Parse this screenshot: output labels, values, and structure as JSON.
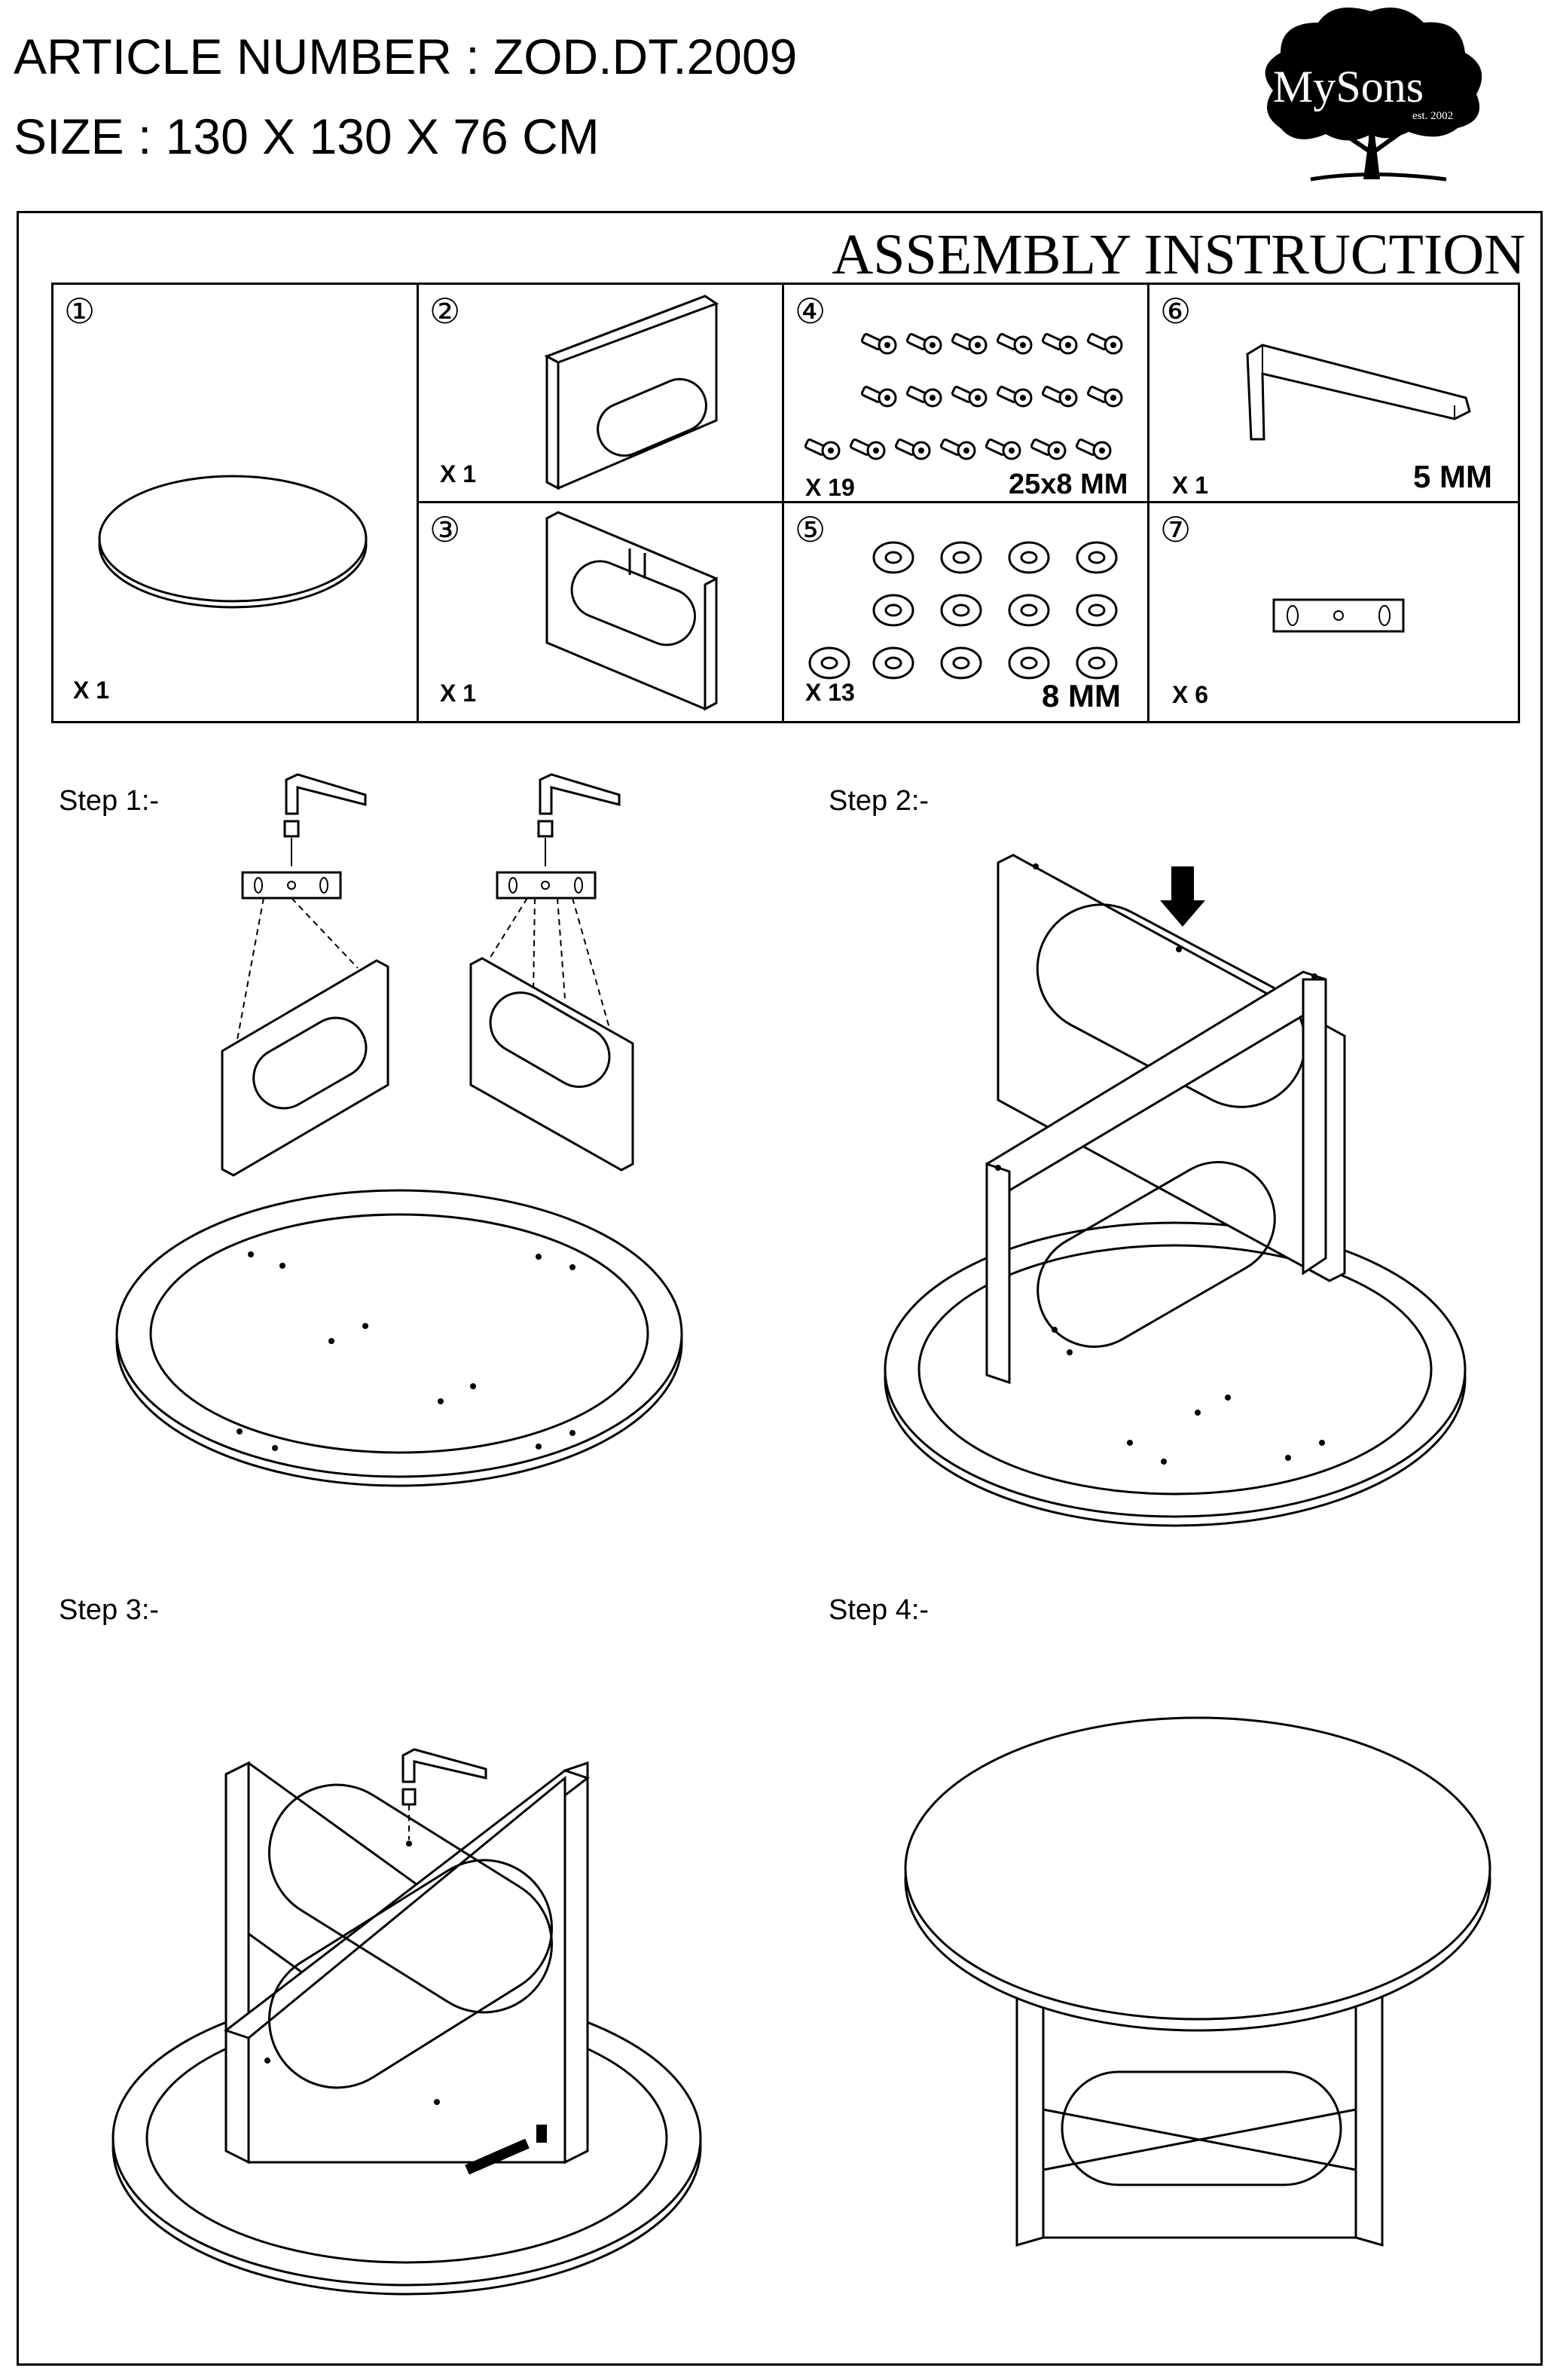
{
  "header": {
    "article": "ARTICLE NUMBER : ZOD.DT.2009",
    "size": "SIZE : 130 X 130 X 76 CM"
  },
  "logo": {
    "brand": "MySons",
    "est": "est. 2002"
  },
  "assembly_title": "ASSEMBLY INSTRUCTION",
  "parts": [
    {
      "id": "①",
      "qty": "X 1",
      "spec": ""
    },
    {
      "id": "②",
      "qty": "X 1",
      "spec": ""
    },
    {
      "id": "③",
      "qty": "X 1",
      "spec": ""
    },
    {
      "id": "④",
      "qty": "X 19",
      "spec": "25x8 MM"
    },
    {
      "id": "⑤",
      "qty": "X 13",
      "spec": "8 MM"
    },
    {
      "id": "⑥",
      "qty": "X 1",
      "spec": "5 MM"
    },
    {
      "id": "⑦",
      "qty": "X 6",
      "spec": ""
    }
  ],
  "steps": [
    "Step 1:-",
    "Step 2:-",
    "Step 3:-",
    "Step 4:-"
  ]
}
